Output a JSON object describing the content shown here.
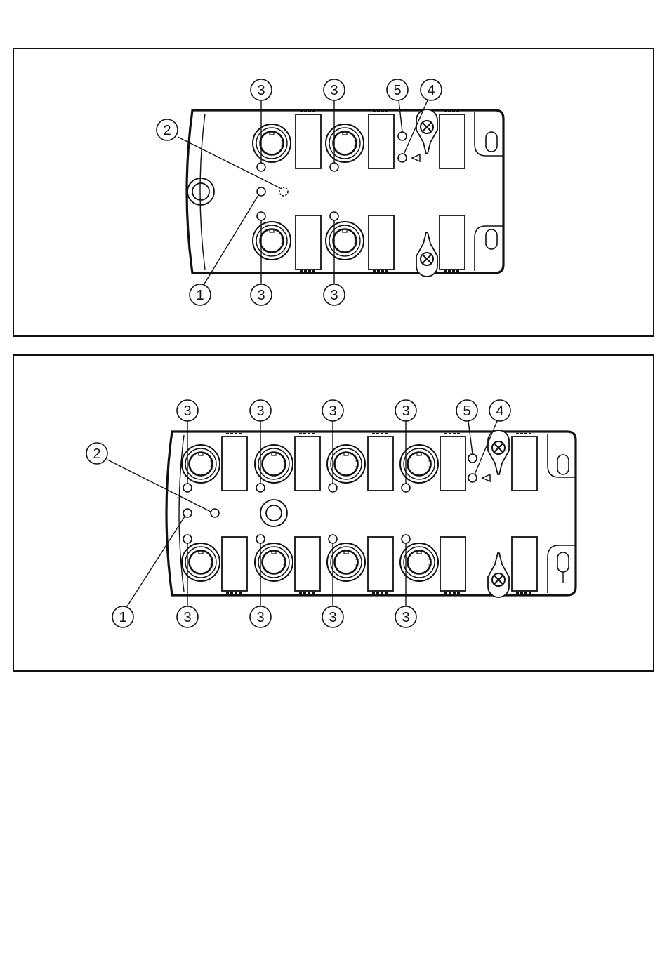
{
  "figures": [
    {
      "id": "module-4port",
      "callouts": {
        "top": [
          "3",
          "3",
          "5",
          "4"
        ],
        "left": [
          "2"
        ],
        "bottom": [
          "1",
          "3",
          "3"
        ]
      }
    },
    {
      "id": "module-8port",
      "callouts": {
        "top": [
          "3",
          "3",
          "3",
          "3",
          "5",
          "4"
        ],
        "left": [
          "2"
        ],
        "bottom": [
          "1",
          "3",
          "3",
          "3",
          "3"
        ]
      }
    }
  ]
}
